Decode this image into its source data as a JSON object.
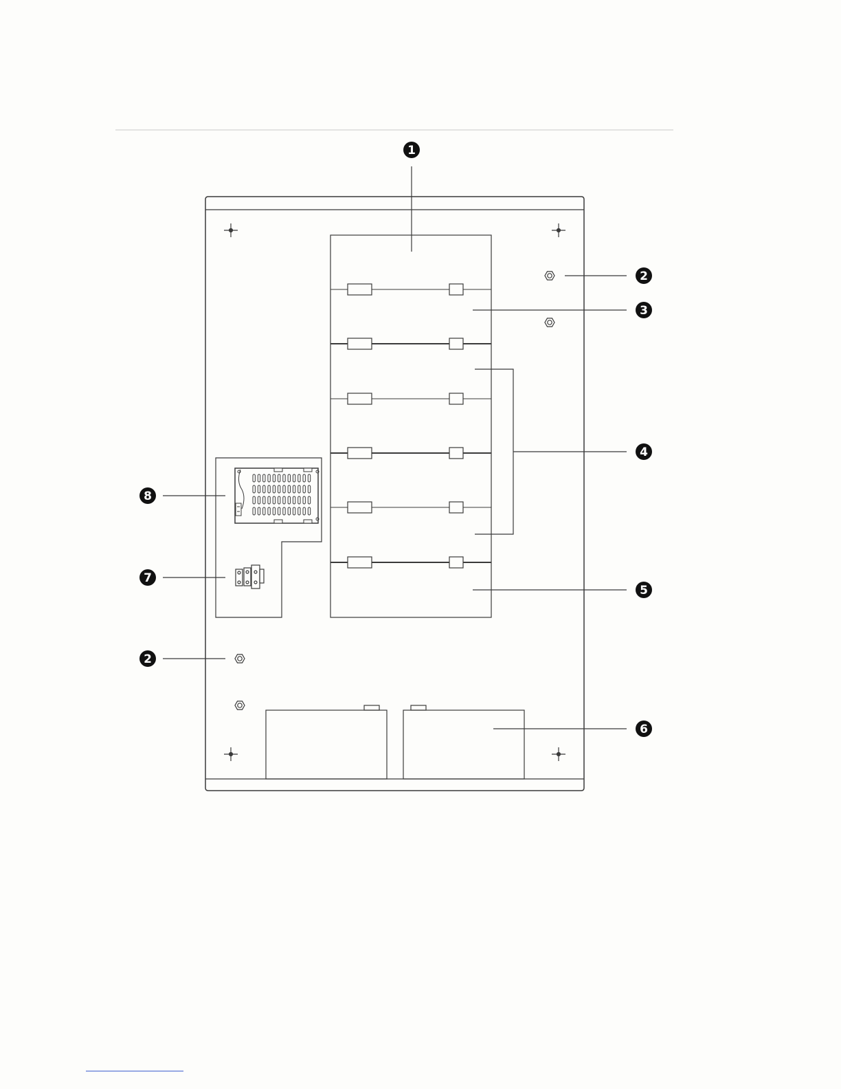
{
  "figure": {
    "callouts": [
      {
        "id": "callout-1",
        "label": "1"
      },
      {
        "id": "callout-2-top",
        "label": "2"
      },
      {
        "id": "callout-3",
        "label": "3"
      },
      {
        "id": "callout-4",
        "label": "4"
      },
      {
        "id": "callout-5",
        "label": "5"
      },
      {
        "id": "callout-6",
        "label": "6"
      },
      {
        "id": "callout-7",
        "label": "7"
      },
      {
        "id": "callout-8",
        "label": "8"
      },
      {
        "id": "callout-2-bottom",
        "label": "2"
      }
    ],
    "colors": {
      "line": "#3a3a3a",
      "marker_fill": "#111111",
      "marker_text": "#ffffff",
      "background": "#fdfdfb"
    }
  }
}
